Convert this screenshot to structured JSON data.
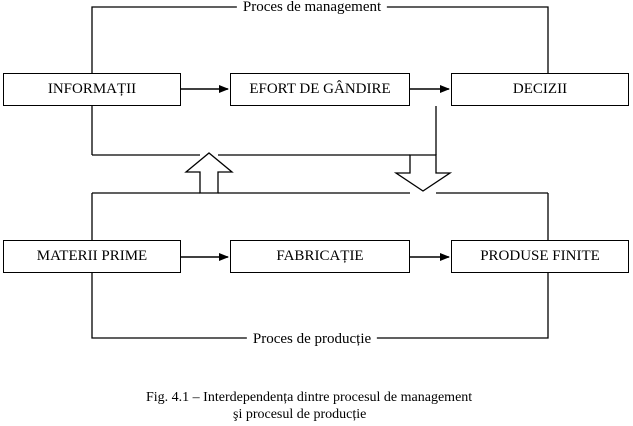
{
  "diagram": {
    "management_process_label": "Proces de management",
    "production_process_label": "Proces de producție",
    "management_boxes": {
      "information": "INFORMAȚII",
      "thinking_effort": "EFORT DE GÂNDIRE",
      "decisions": "DECIZII"
    },
    "production_boxes": {
      "raw_materials": "MATERII PRIME",
      "manufacturing": "FABRICAȚIE",
      "finished_products": "PRODUSE FINITE"
    }
  },
  "caption": {
    "line1": "Fig. 4.1 –  Interdependența dintre procesul de management",
    "line2": "şi procesul de producție"
  },
  "colors": {
    "stroke": "#000000",
    "background": "#ffffff"
  }
}
